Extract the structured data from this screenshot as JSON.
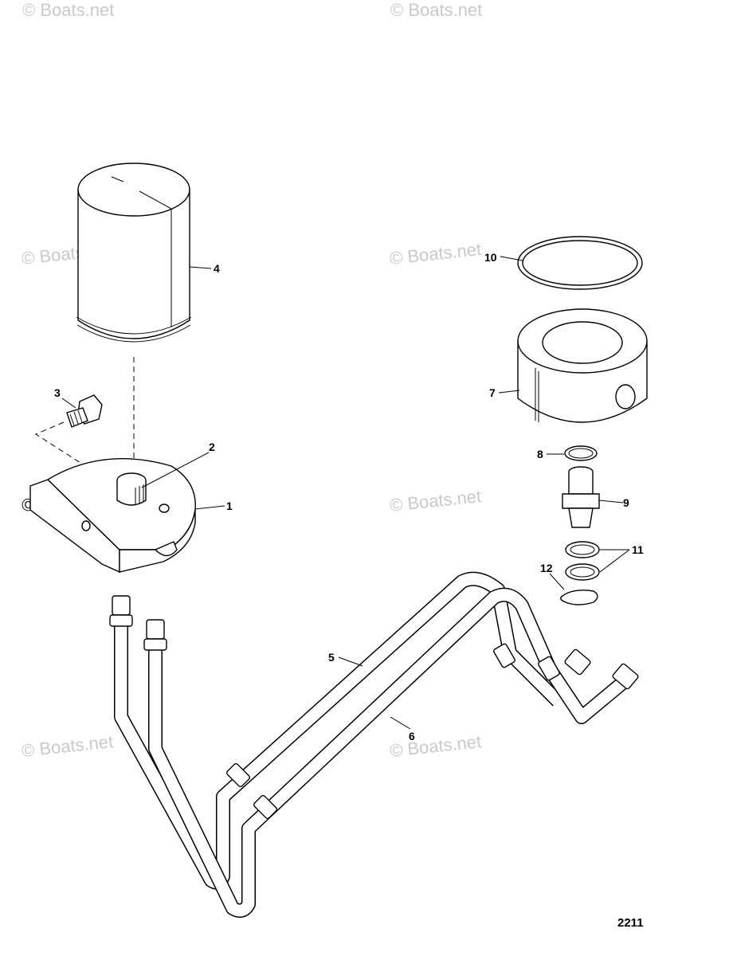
{
  "diagram": {
    "figure_number": "2211",
    "watermark_text": "© Boats.net",
    "callouts": {
      "c1": "1",
      "c2": "2",
      "c3": "3",
      "c4": "4",
      "c5": "5",
      "c6": "6",
      "c7": "7",
      "c8": "8",
      "c9": "9",
      "c10": "10",
      "c11": "11",
      "c12": "12"
    }
  }
}
